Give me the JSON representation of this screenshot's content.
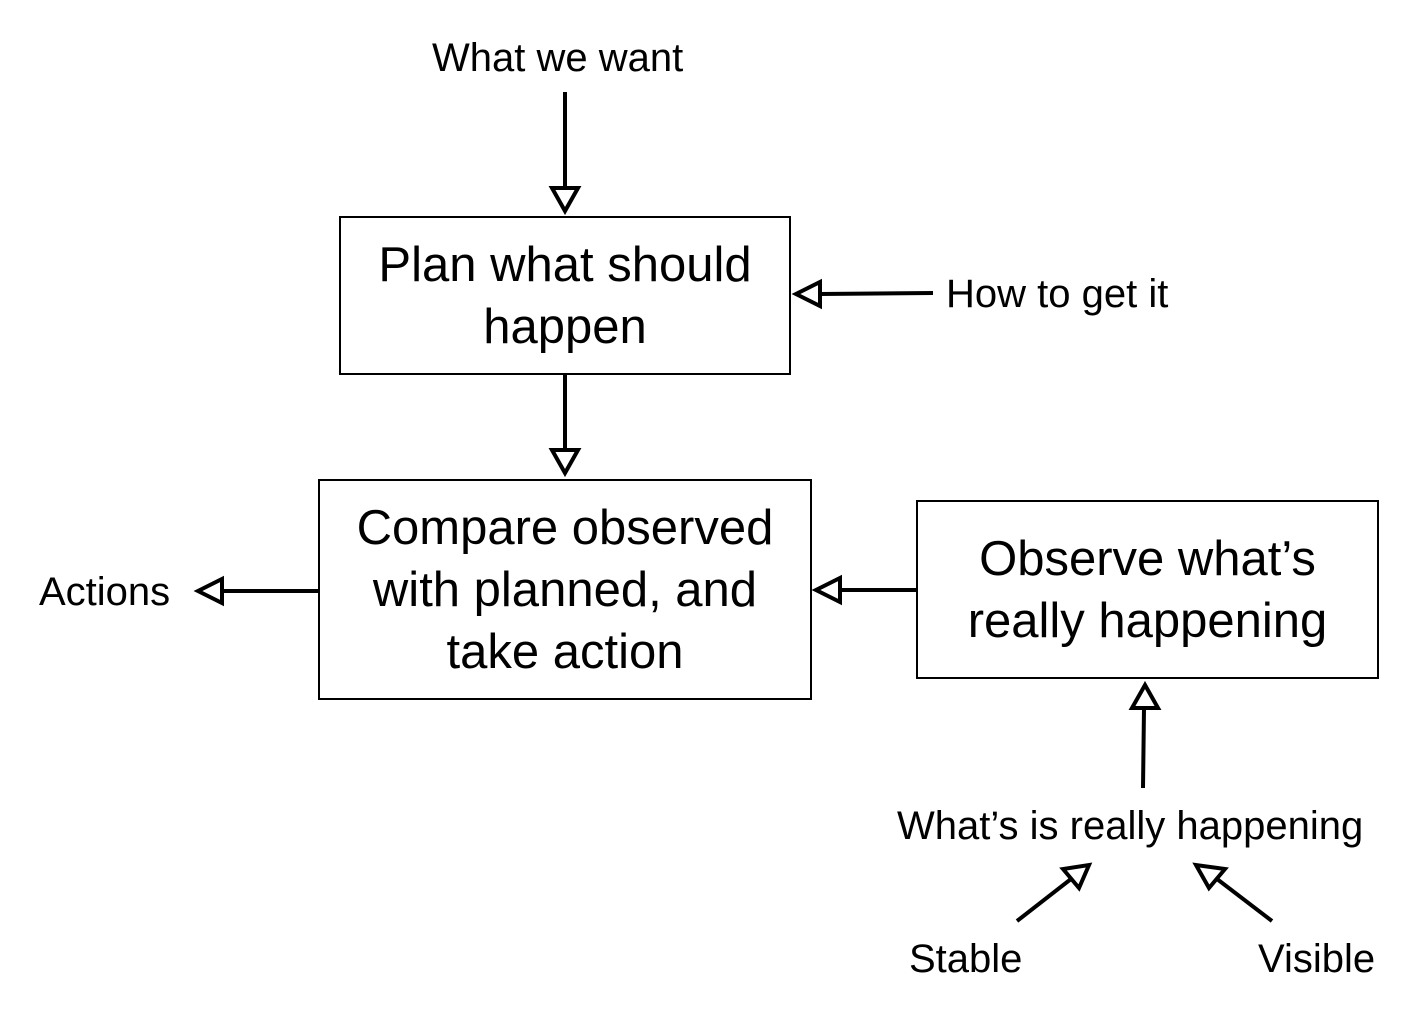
{
  "diagram": {
    "boxes": {
      "plan": "Plan what should\nhappen",
      "compare": "Compare observed\nwith planned, and\ntake action",
      "observe": "Observe what’s\nreally happening"
    },
    "labels": {
      "what_we_want": "What we want",
      "how_to_get_it": "How to get it",
      "actions": "Actions",
      "whats_really_happening": "What’s is really happening",
      "stable": "Stable",
      "visible": "Visible"
    },
    "colors": {
      "stroke": "#000000",
      "fill": "#ffffff"
    }
  }
}
